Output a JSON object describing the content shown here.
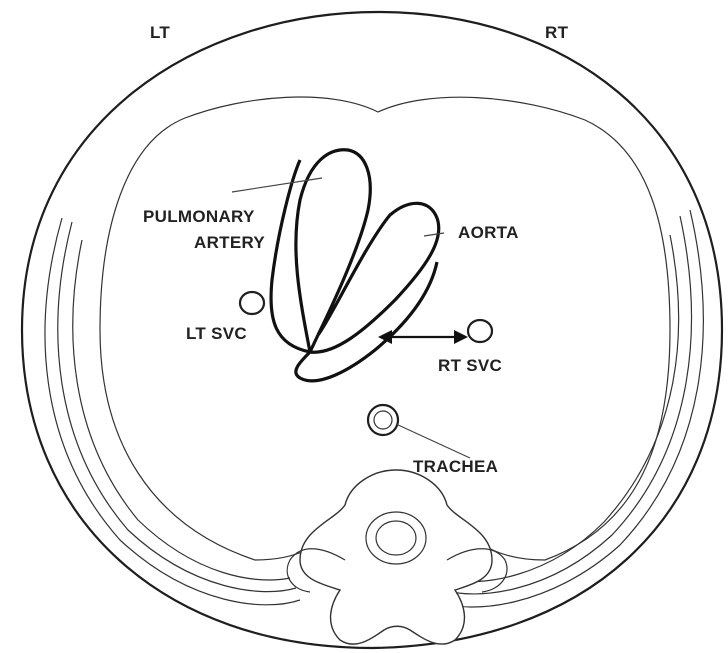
{
  "labels": {
    "lt": "LT",
    "rt": "RT",
    "pulmonary_artery_line1": "PULMONARY",
    "pulmonary_artery_line2": "ARTERY",
    "aorta": "AORTA",
    "lt_svc": "LT SVC",
    "rt_svc": "RT SVC",
    "trachea": "TRACHEA"
  },
  "colors": {
    "outline": "#111111",
    "background": "#ffffff"
  }
}
